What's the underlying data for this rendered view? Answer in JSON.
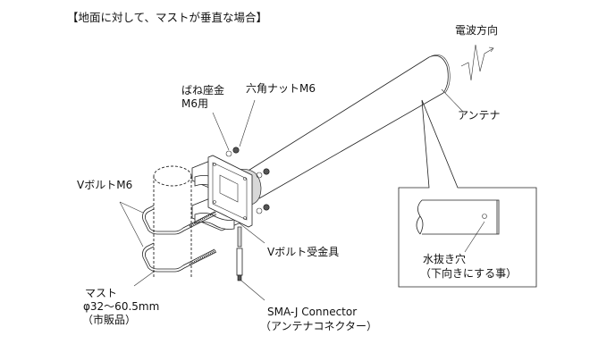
{
  "title": "【地面に対して、マストが垂直な場合】",
  "labels": {
    "wave_direction": "電波方向",
    "antenna": "アンテナ",
    "spring_washer_line1": "ばね座金",
    "spring_washer_line2": "M6用",
    "hex_nut": "六角ナットM6",
    "v_bolt": "VボルトM6",
    "v_bolt_bracket": "Vボルト受金具",
    "mast_line1": "マスト",
    "mast_line2": "φ32～60.5mm",
    "mast_line3": "（市販品）",
    "connector_line1": "SMA-J Connector",
    "connector_line2": "（アンテナコネクター）",
    "drain_hole_line1": "水抜き穴",
    "drain_hole_line2": "（下向きにする事）"
  }
}
